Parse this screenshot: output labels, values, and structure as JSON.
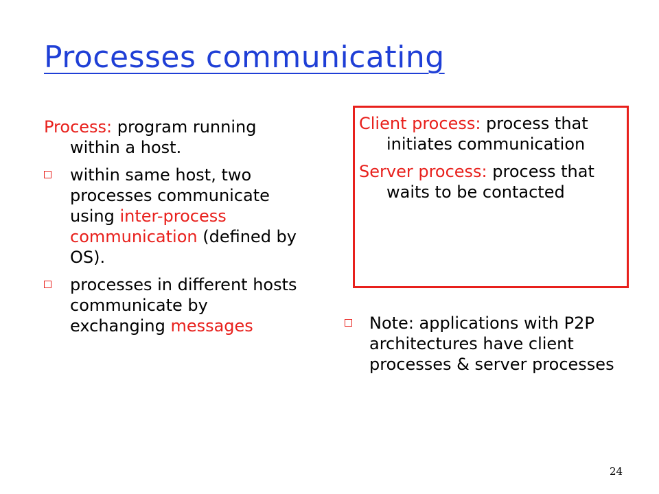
{
  "title": "Processes communicating",
  "left": {
    "definition_term": "Process:",
    "definition_text": " program running within a host.",
    "bullet1_a": "within same host, two processes communicate using ",
    "bullet1_red": "inter-process communication",
    "bullet1_b": " (defined by OS).",
    "bullet2_a": "processes in different hosts communicate by exchanging ",
    "bullet2_red": "messages"
  },
  "box": {
    "client_term": "Client process:",
    "client_text": " process that initiates communication",
    "server_term": "Server process:",
    "server_text": " process that waits to be contacted"
  },
  "note": {
    "text": "Note: applications with P2P architectures have client processes & server processes"
  },
  "page_number": "24",
  "colors": {
    "title": "#1f3fd6",
    "accent": "#e8201c"
  }
}
